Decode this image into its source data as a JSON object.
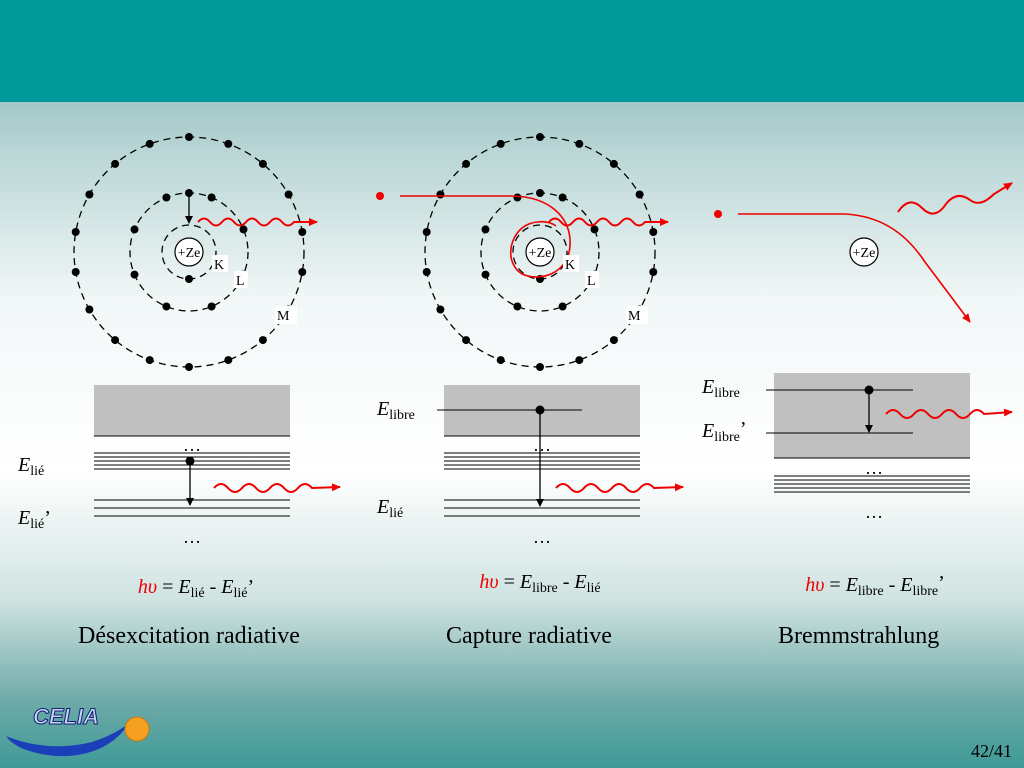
{
  "labels": {
    "nucleus": "+Ze",
    "shell_k": "K",
    "shell_l": "L",
    "shell_m": "M",
    "ellipsis": "…",
    "e_italic": "E",
    "lie": "lié",
    "libre": "libre",
    "prime": "’",
    "h": "h",
    "upsilon": "υ",
    "equals": " = ",
    "minus": " - "
  },
  "captions": {
    "desexcitation": "Désexcitation radiative",
    "capture": "Capture radiative",
    "bremmstrahlung": "Bremmstrahlung"
  },
  "logo": {
    "text": "CELIA"
  },
  "page": {
    "number": "42/41"
  },
  "colors": {
    "header_bar": "#009999",
    "photon_red": "#ee0000",
    "continuum_gray": "#c0c0c0",
    "logo_blue": "#1a3fb8",
    "logo_orange": "#f5a020"
  }
}
